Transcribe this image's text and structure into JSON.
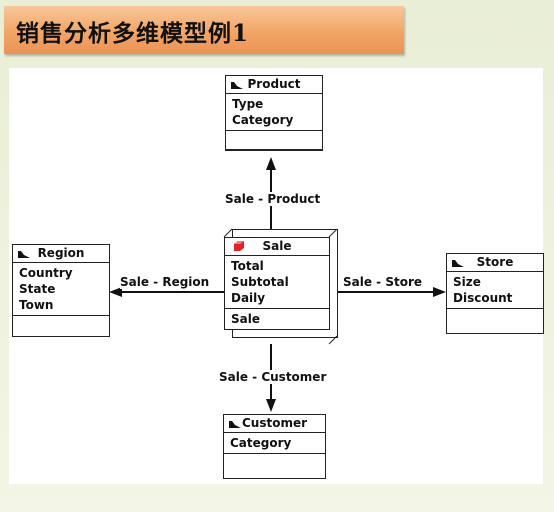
{
  "title": "销售分析多维模型例1",
  "entities": {
    "product": {
      "name": "Product",
      "attributes": [
        "Type",
        "Category"
      ]
    },
    "region": {
      "name": "Region",
      "attributes": [
        "Country",
        "State",
        "Town"
      ]
    },
    "sale": {
      "name": "Sale",
      "attributes": [
        "Total",
        "Subtotal",
        "Daily"
      ],
      "key": "Sale"
    },
    "store": {
      "name": "Store",
      "attributes": [
        "Size",
        "Discount"
      ]
    },
    "customer": {
      "name": "Customer",
      "attributes": [
        "Category"
      ]
    }
  },
  "relations": {
    "sale_product": "Sale - Product",
    "sale_region": "Sale - Region",
    "sale_store": "Sale - Store",
    "sale_customer": "Sale - Customer"
  },
  "colors": {
    "title_bar": "#f2a565",
    "fact_icon": "#e0242c",
    "line": "#111111"
  }
}
